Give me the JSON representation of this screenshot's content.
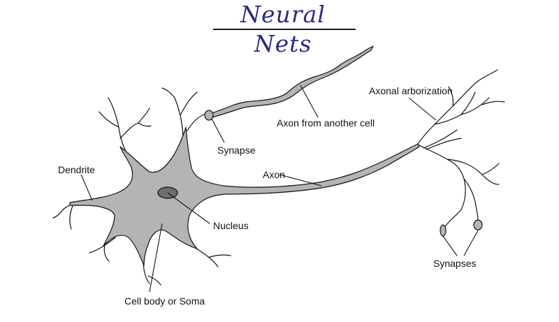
{
  "title": "Neural Nets",
  "labels": {
    "dendrite": "Dendrite",
    "synapse": "Synapse",
    "axon_from_another_cell": "Axon from another cell",
    "axonal_arborization": "Axonal arborization",
    "axon": "Axon",
    "nucleus": "Nucleus",
    "synapses": "Synapses",
    "cell_body": "Cell body or Soma"
  },
  "colors": {
    "title": "#2a2a8c",
    "tissue": "#b4b4b4",
    "nucleus": "#6e6e6e",
    "ink": "#111111"
  }
}
